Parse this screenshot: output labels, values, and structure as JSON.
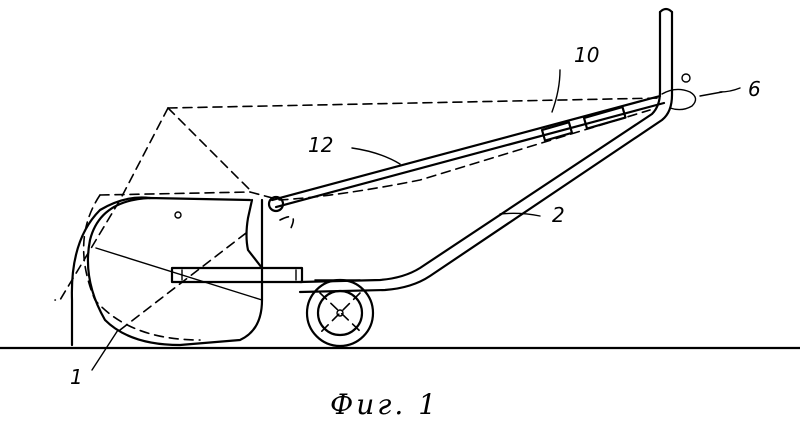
{
  "figure": {
    "caption": "Фиг. 1",
    "labels": {
      "part_1": "1",
      "part_2": "2",
      "part_6": "6",
      "part_10": "10",
      "part_12": "12"
    }
  }
}
